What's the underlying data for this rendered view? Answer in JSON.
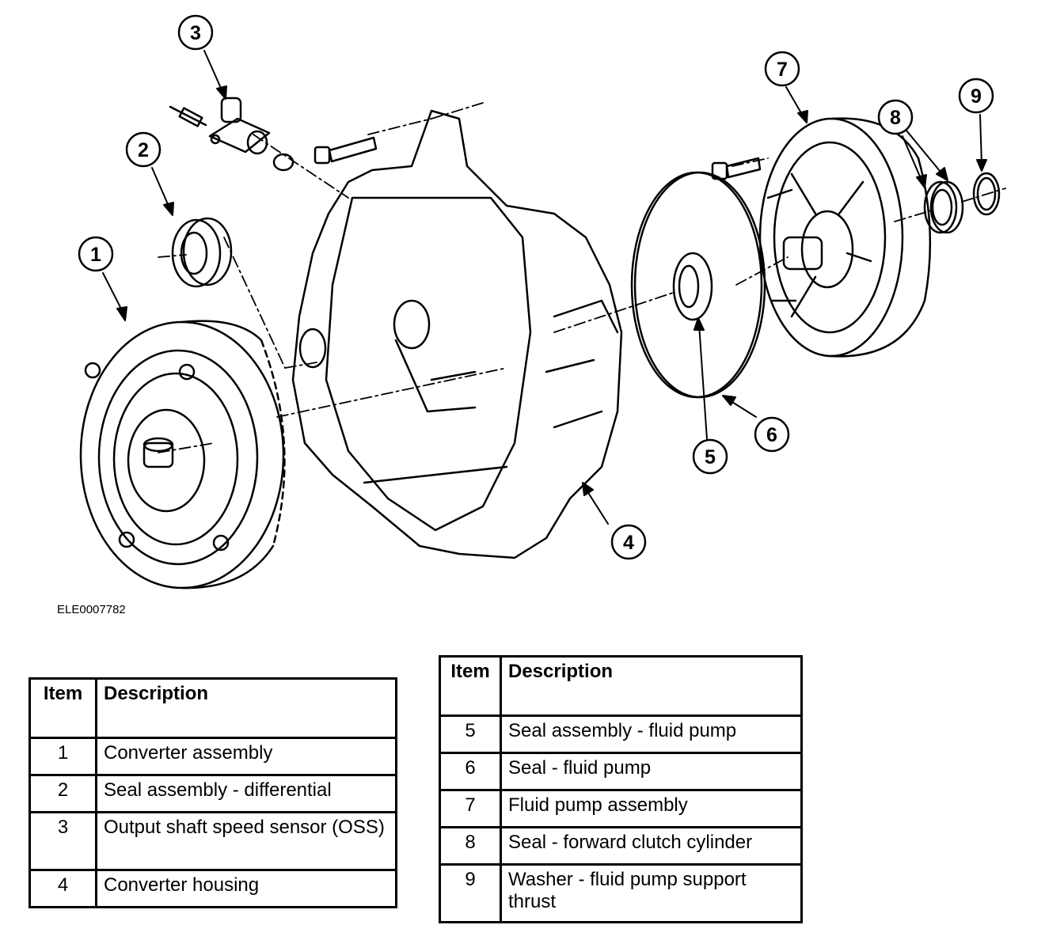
{
  "figure_code": "ELE0007782",
  "callouts": [
    {
      "num": "1"
    },
    {
      "num": "2"
    },
    {
      "num": "3"
    },
    {
      "num": "4"
    },
    {
      "num": "5"
    },
    {
      "num": "6"
    },
    {
      "num": "7"
    },
    {
      "num": "8"
    },
    {
      "num": "9"
    }
  ],
  "legend_left": {
    "header_item": "Item",
    "header_description": "Description",
    "rows": [
      {
        "item": "1",
        "description": "Converter assembly"
      },
      {
        "item": "2",
        "description": "Seal assembly - differential"
      },
      {
        "item": "3",
        "description": "Output shaft speed sensor (OSS)"
      },
      {
        "item": "4",
        "description": "Converter housing"
      }
    ]
  },
  "legend_right": {
    "header_item": "Item",
    "header_description": "Description",
    "rows": [
      {
        "item": "5",
        "description": "Seal assembly - fluid pump"
      },
      {
        "item": "6",
        "description": "Seal - fluid pump"
      },
      {
        "item": "7",
        "description": "Fluid pump assembly"
      },
      {
        "item": "8",
        "description": "Seal - forward clutch cylinder"
      },
      {
        "item": "9",
        "description": "Washer - fluid pump support thrust"
      }
    ]
  }
}
